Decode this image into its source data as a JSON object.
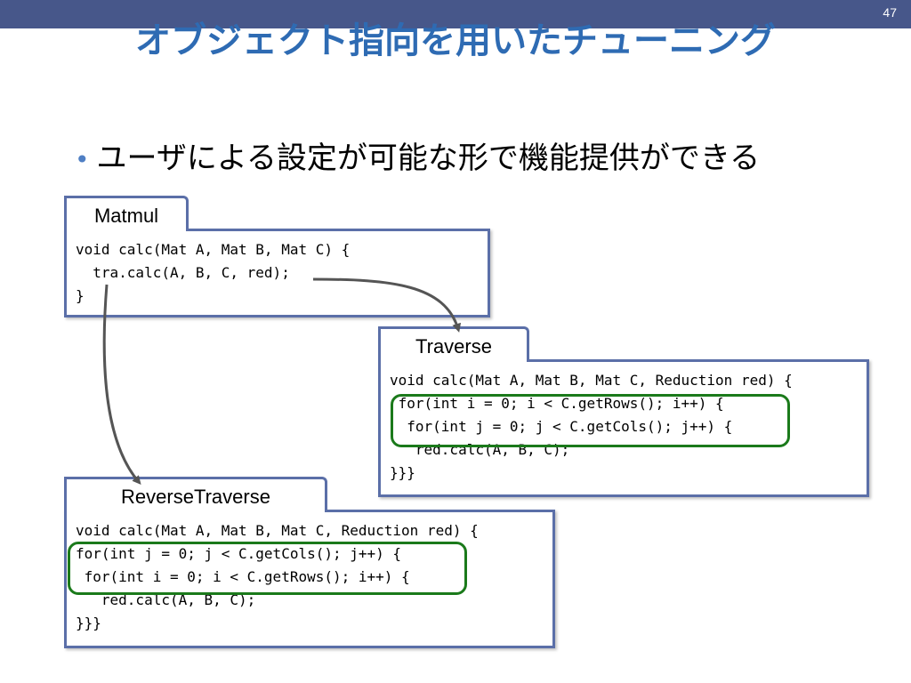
{
  "slide_number": "47",
  "title": "オブジェクト指向を用いたチューニング",
  "bullet": "ユーザによる設定が可能な形で機能提供ができる",
  "matmul": {
    "tab": "Matmul",
    "code": "void calc(Mat A, Mat B, Mat C) {\n  tra.calc(A, B, C, red);\n}"
  },
  "traverse": {
    "tab": "Traverse",
    "code": "void calc(Mat A, Mat B, Mat C, Reduction red) {\n for(int i = 0; i < C.getRows(); i++) {\n  for(int j = 0; j < C.getCols(); j++) {\n   red.calc(A, B, C);\n}}}"
  },
  "reverse_traverse": {
    "tab": "ReverseTraverse",
    "code": "void calc(Mat A, Mat B, Mat C, Reduction red) {\nfor(int j = 0; j < C.getCols(); j++) {\n for(int i = 0; i < C.getRows(); i++) {\n   red.calc(A, B, C);\n}}}"
  },
  "colors": {
    "topbar": "#47578a",
    "title": "#2e6bb3",
    "box_border": "#5b6fa8",
    "highlight": "#1b7a1b",
    "arrow": "#555555"
  }
}
